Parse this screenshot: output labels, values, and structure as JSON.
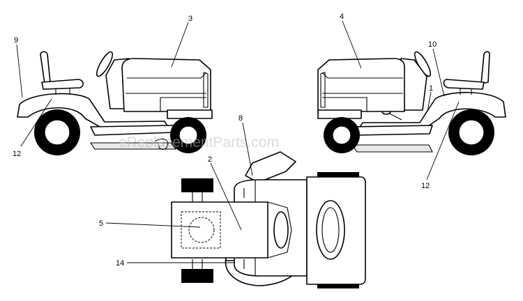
{
  "watermark": "eReplacementParts.com",
  "callouts": {
    "c1": "1",
    "c2": "2",
    "c3": "3",
    "c4": "4",
    "c5": "5",
    "c8": "8",
    "c9": "9",
    "c10": "10",
    "c12_left": "12",
    "c12_right": "12",
    "c14": "14"
  }
}
